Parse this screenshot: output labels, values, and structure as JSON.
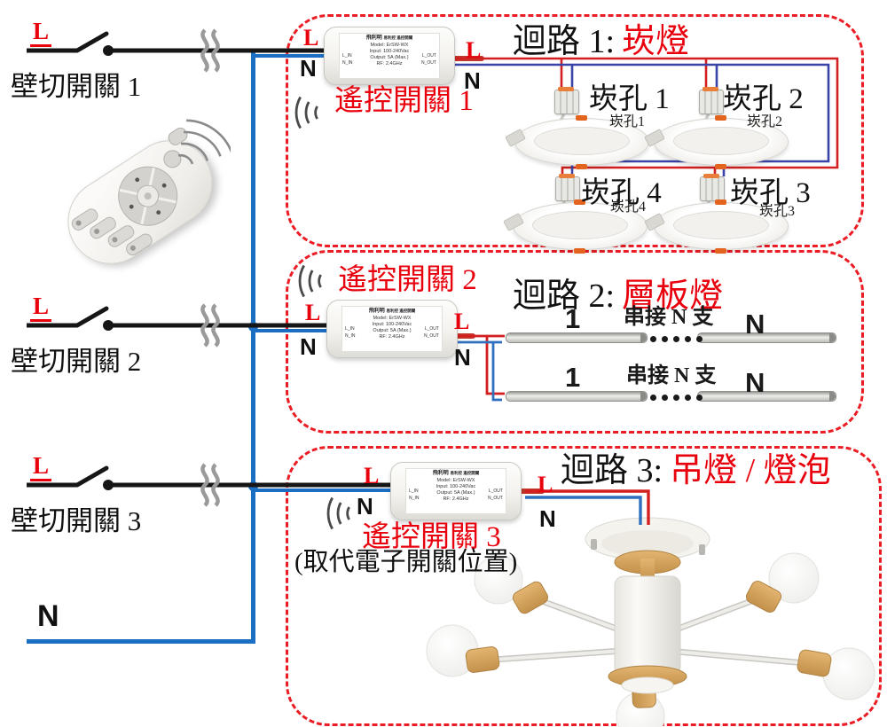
{
  "colors": {
    "accent_red": "#e8000d",
    "wire_red": "#d31f1f",
    "wire_blue": "#3a44a8",
    "bus_blue": "#1b6ec2",
    "line_black": "#161616",
    "box_dash_red": "#ec1c24"
  },
  "icons": {
    "rf_signal": "wifi-arcs",
    "cable_break": "double-squiggle",
    "switch": "single-pole-switch"
  },
  "left_panel": {
    "wall_switches": [
      {
        "line_label": "L",
        "name": "壁切開關 1"
      },
      {
        "line_label": "L",
        "name": "壁切開關 2"
      },
      {
        "line_label": "L",
        "name": "壁切開關 3"
      }
    ],
    "neutral_label": "N"
  },
  "wire_labels": {
    "live": "L",
    "neutral": "N"
  },
  "module_label": {
    "brand": "飛利明",
    "brand_sub": "易利控 遙控開關",
    "model": "Model: ErSW-WX",
    "input": "Input: 100-240Vac",
    "output": "Output: 5A (Max.)",
    "rf": "RF: 2.4GHz",
    "l_in": "L_IN",
    "n_in": "N_IN",
    "l_out": "L_OUT",
    "n_out": "N_OUT"
  },
  "circuits": [
    {
      "title_prefix": "迴路 1:",
      "title_main": "崁燈",
      "remote_label": "遙控開關 1",
      "downlights": [
        {
          "label": "崁孔 1",
          "caption": "崁孔1"
        },
        {
          "label": "崁孔 2",
          "caption": "崁孔2"
        },
        {
          "label": "崁孔 4",
          "caption": "崁孔4"
        },
        {
          "label": "崁孔 3",
          "caption": "崁孔3"
        }
      ]
    },
    {
      "title_prefix": "迴路 2:",
      "title_main": "層板燈",
      "remote_label": "遙控開關 2",
      "strip_rows": [
        {
          "first": "1",
          "series_note": "串接 N 支",
          "last": "N"
        },
        {
          "first": "1",
          "series_note": "串接 N 支",
          "last": "N"
        }
      ]
    },
    {
      "title_prefix": "迴路 3:",
      "title_main": "吊燈 / 燈泡",
      "remote_label": "遙控開關 3",
      "note": "(取代電子開關位置)"
    }
  ]
}
